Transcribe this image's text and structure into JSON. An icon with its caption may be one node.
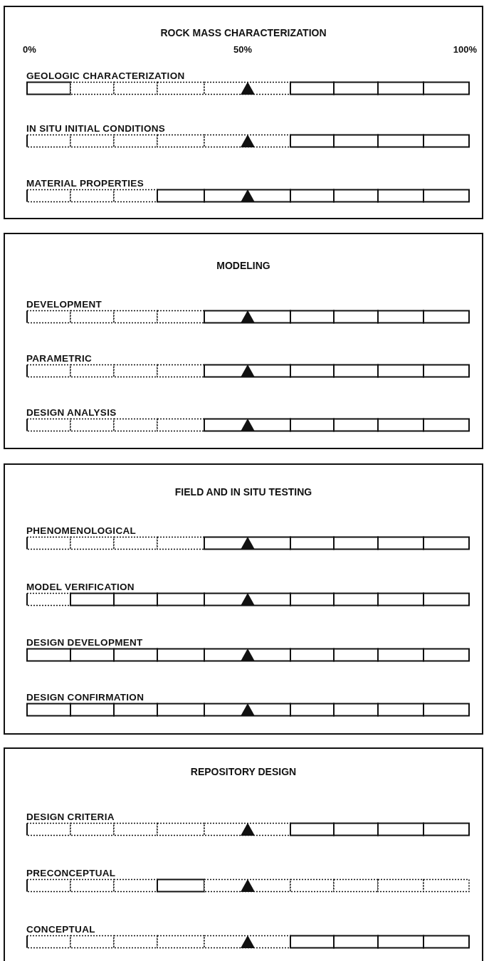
{
  "diagram": {
    "nodes": [
      {
        "text": [
          "ROCK MASS CHARACTERIZATION"
        ]
      },
      {
        "text": [
          "GEOLOGIC CHARACTERIZATION"
        ],
        "in": 0
      },
      {
        "text": [
          "IN SITU INITIAL CONDITIONS"
        ],
        "in": 0
      },
      {
        "text": [
          "MATERIAL PROPERTIES"
        ],
        "in": 0
      },
      {
        "text": [
          "MODELING"
        ]
      },
      {
        "text": [
          "DEVELOPMENT"
        ],
        "in": 4
      },
      {
        "text": [
          "PARAMETRIC"
        ],
        "in": 4
      },
      {
        "text": [
          "DESIGN ANALYSIS"
        ],
        "in": 4
      },
      {
        "text": [
          "FIELD AND IN SITU TESTING"
        ]
      },
      {
        "text": [
          "PHENOMENOLOGICAL"
        ],
        "in": 8
      },
      {
        "text": [
          "MODEL VERIFICATION"
        ],
        "in": 8
      },
      {
        "text": [
          "DESIGN DEVELOPMENT"
        ],
        "in": 8
      },
      {
        "text": [
          "DESIGN CONFIRMATION"
        ],
        "in": 8
      },
      {
        "text": [
          "REPOSITORY DESIGN"
        ]
      },
      {
        "text": [
          "DESIGN CRITERIA"
        ],
        "in": 13
      },
      {
        "text": [
          "PRECONCEPTUAL"
        ],
        "in": 13
      },
      {
        "text": [
          "CONCEPTUAL"
        ],
        "in": 13
      }
    ],
    "labels": [
      "0%",
      "50%",
      "100%"
    ]
  }
}
